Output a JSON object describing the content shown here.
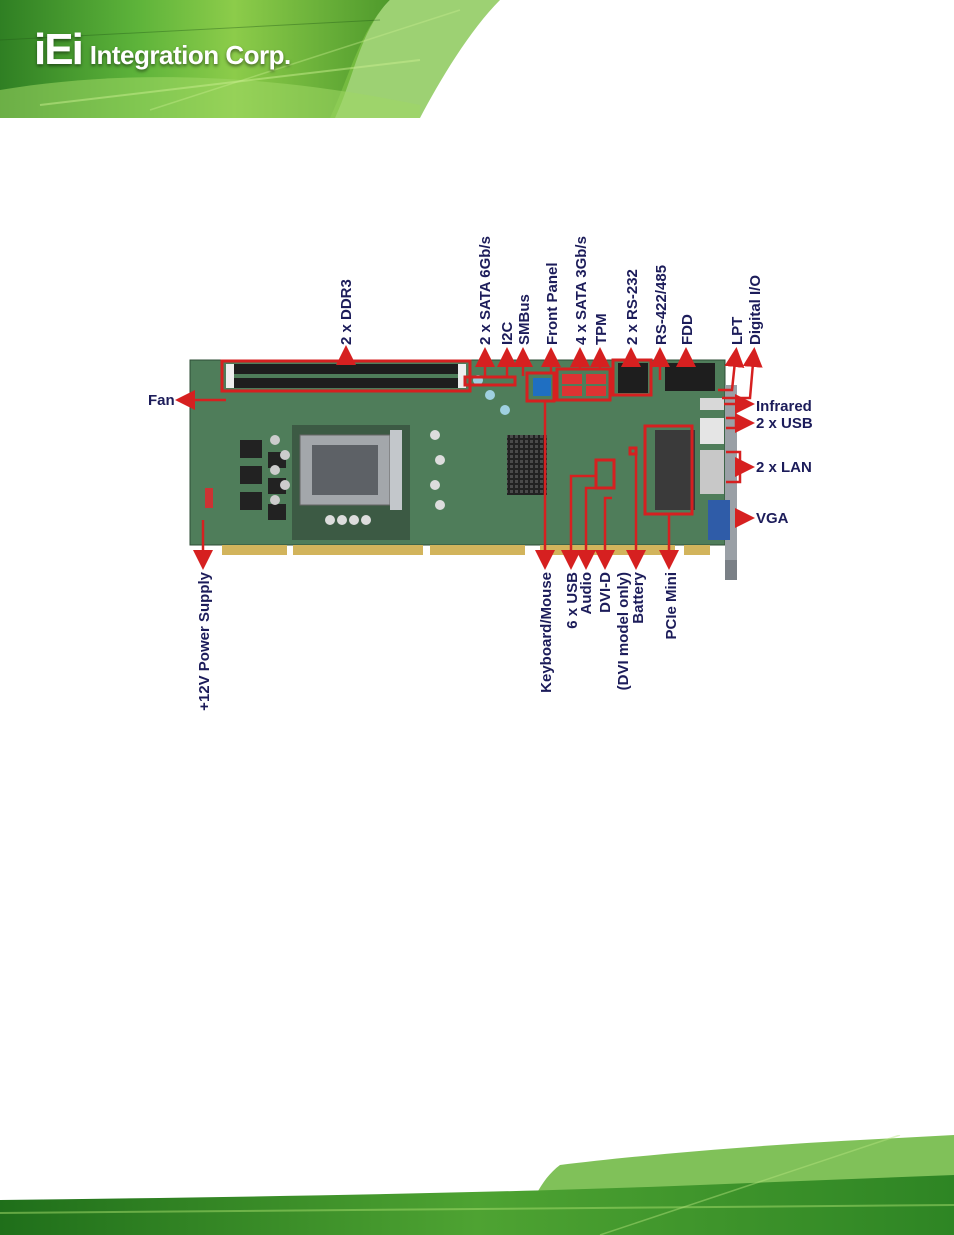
{
  "header": {
    "logo_iei": "iEi",
    "logo_text": "Integration Corp."
  },
  "colors": {
    "callout_red": "#d62020",
    "label_navy": "#1c1c5a",
    "board_green": "#4f7d5a",
    "brand_green": "#3fa33a"
  },
  "callouts": {
    "ddr3": "2 x DDR3",
    "sata6": "2 x SATA 6Gb/s",
    "i2c": "I2C",
    "smbus": "SMBus",
    "front_panel": "Front Panel",
    "sata3": "4 x SATA 3Gb/s",
    "tpm": "TPM",
    "rs232": "2 x RS-232",
    "rs422": "RS-422/485",
    "fdd": "FDD",
    "lpt": "LPT",
    "dio": "Digital I/O",
    "fan": "Fan",
    "infrared": "Infrared",
    "usb2": "2 x USB",
    "lan": "2 x LAN",
    "vga": "VGA",
    "power": "+12V Power Supply",
    "kbms": "Keyboard/Mouse",
    "usb6": "6 x USB",
    "audio": "Audio",
    "dvid": "DVI-D",
    "dvi_only": "(DVI model only)",
    "battery": "Battery",
    "pcie": "PCIe Mini"
  }
}
